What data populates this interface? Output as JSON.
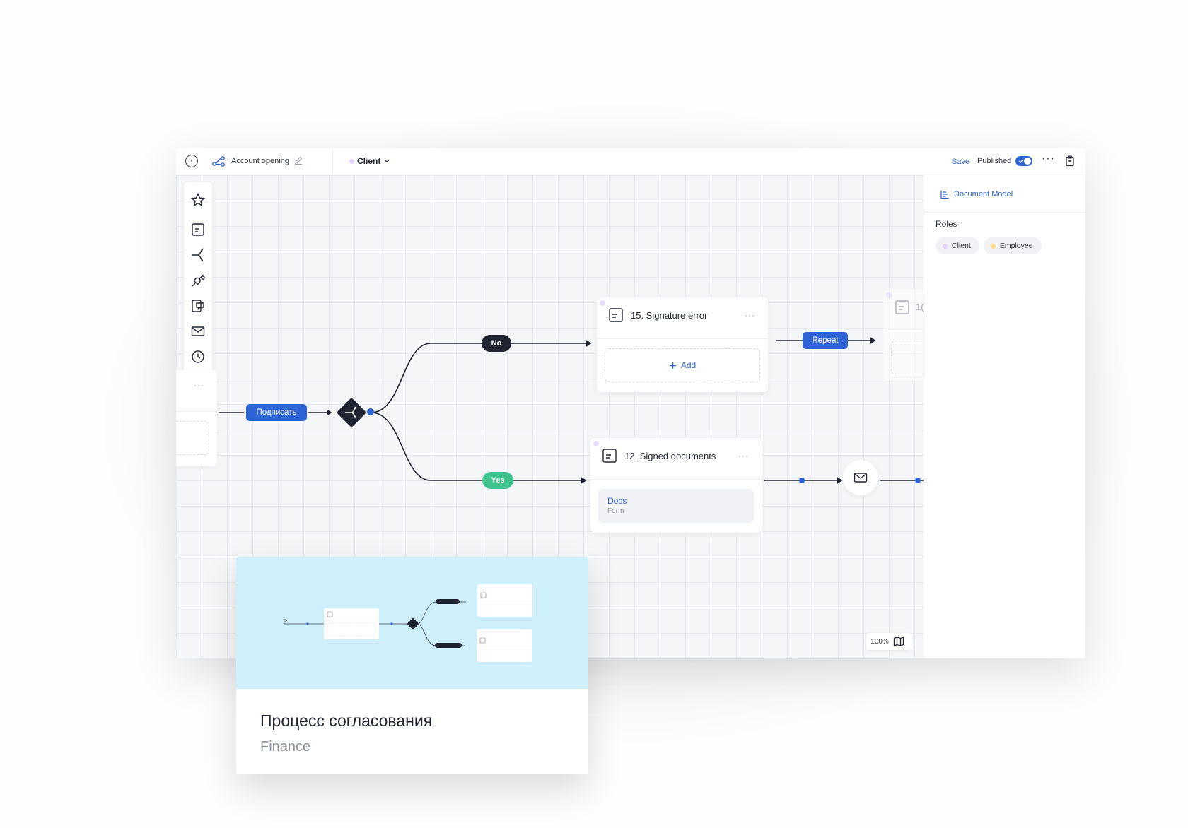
{
  "header": {
    "process_title": "Account opening",
    "role_selected": "Client",
    "save_label": "Save",
    "published_label": "Published",
    "published_on": true
  },
  "canvas": {
    "sign_label": "Подписать",
    "branch_no": "No",
    "branch_yes": "Yes",
    "repeat_label": "Repeat",
    "node_signature_error": {
      "title": "15. Signature error",
      "add_label": "Add"
    },
    "node_signed_documents": {
      "title": "12. Signed documents",
      "form_title": "Docs",
      "form_type": "Form"
    },
    "faded_node_title": "1(",
    "zoom_label": "100%"
  },
  "right_panel": {
    "document_model_label": "Document Model",
    "roles_title": "Roles",
    "roles": [
      {
        "name": "Client",
        "color": "#e2d3ff"
      },
      {
        "name": "Employee",
        "color": "#ffdf8c"
      }
    ]
  },
  "template_card": {
    "title": "Процесс согласования",
    "category": "Finance",
    "preview_color": "#cdf0fa"
  },
  "colors": {
    "accent": "#2e63d6",
    "yes": "#3fc48e",
    "no": "#1f2430"
  },
  "icons": [
    "back-icon",
    "flow-icon",
    "edit-icon",
    "chevron-down-icon",
    "more-icon",
    "clipboard-icon",
    "star-icon",
    "form-icon",
    "split-icon",
    "plug-icon",
    "chat-icon",
    "mail-icon",
    "clock-icon",
    "gateway-icon",
    "map-icon",
    "document-model-icon",
    "plus-icon"
  ]
}
